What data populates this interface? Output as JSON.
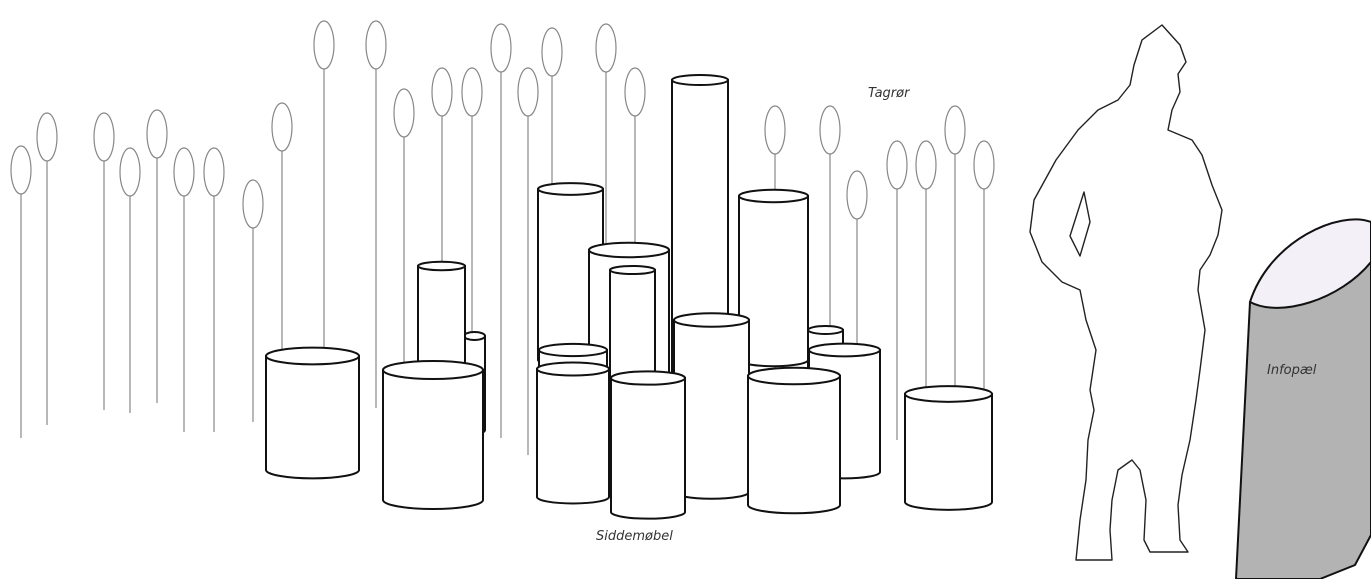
{
  "labels": {
    "roof_reeds": "Tagrør",
    "seating": "Siddemøbel",
    "info_post": "Infopæl"
  },
  "colors": {
    "reed": "#888888",
    "outline": "#111111",
    "info_post_body": "#b3b3b3",
    "info_post_top": "#f4f0f8"
  },
  "icons": {
    "person": "person-silhouette-icon"
  }
}
